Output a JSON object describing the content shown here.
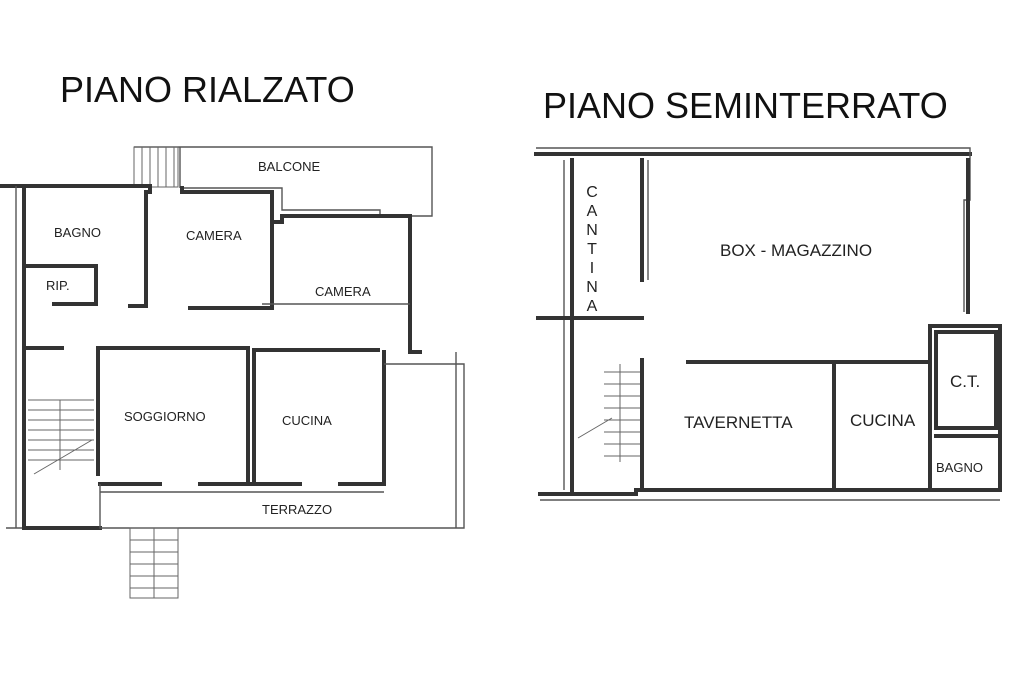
{
  "plans": {
    "ground": {
      "title": "PIANO RIALZATO",
      "rooms": {
        "balcone": "BALCONE",
        "bagno": "BAGNO",
        "camera1": "CAMERA",
        "camera2": "CAMERA",
        "rip": "RIP.",
        "soggiorno": "SOGGIORNO",
        "cucina": "CUCINA",
        "terrazzo": "TERRAZZO"
      }
    },
    "basement": {
      "title": "PIANO SEMINTERRATO",
      "rooms": {
        "cantina": "CANTINA",
        "box": "BOX - MAGAZZINO",
        "tavernetta": "TAVERNETTA",
        "cucina": "CUCINA",
        "ct": "C.T.",
        "bagno": "BAGNO"
      }
    }
  }
}
